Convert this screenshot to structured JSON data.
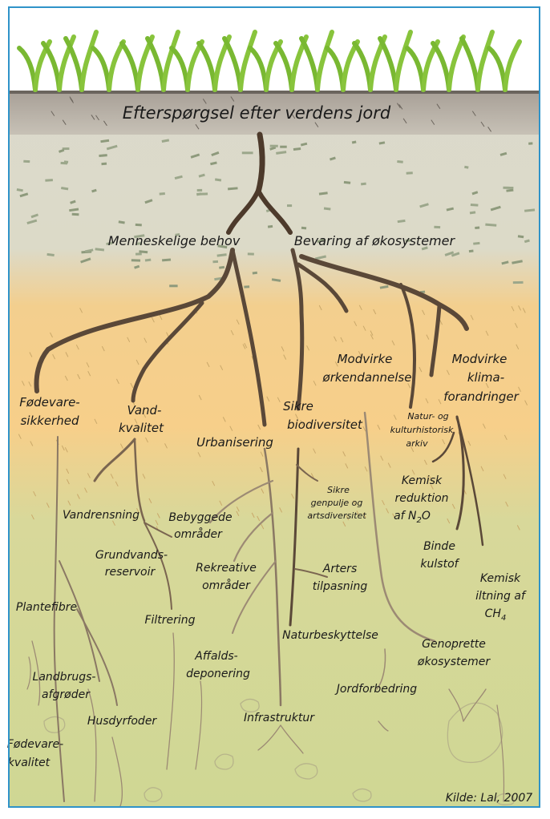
{
  "title": "Efterspørgsel efter verdens jord",
  "source": "Kilde: Lal, 2007",
  "level1": {
    "left": "Menneskelige behov",
    "right": "Bevaring af økosystemer"
  },
  "labels": {
    "fodevaresikkerhed": [
      "Fødevare-",
      "sikkerhed"
    ],
    "vandkvalitet": [
      "Vand-",
      "kvalitet"
    ],
    "urbanisering": "Urbanisering",
    "sikre_biodiversitet": [
      "Sikre",
      "biodiversitet"
    ],
    "modvirke_orken": [
      "Modvirke",
      "ørkendannelse"
    ],
    "modvirke_klima": [
      "Modvirke",
      "klima-",
      "forandringer"
    ],
    "natur_kultur": [
      "Natur- og",
      "kulturhistorisk",
      "arkiv"
    ],
    "vandrensning": "Vandrensning",
    "grundvand": [
      "Grundvands-",
      "reservoir"
    ],
    "bebyggede": [
      "Bebyggede",
      "områder"
    ],
    "rekreative": [
      "Rekreative",
      "områder"
    ],
    "filtrering": "Filtrering",
    "affald": [
      "Affalds-",
      "deponering"
    ],
    "infrastruktur": "Infrastruktur",
    "sikre_genpulje": [
      "Sikre",
      "genpulje og",
      "artsdiversitet"
    ],
    "arters": [
      "Arters",
      "tilpasning"
    ],
    "naturbeskyttelse": "Naturbeskyttelse",
    "kemisk_reduktion": [
      "Kemisk",
      "reduktion",
      "af N",
      "2",
      "O"
    ],
    "binde_kulstof": [
      "Binde",
      "kulstof"
    ],
    "kemisk_iltning": [
      "Kemisk",
      "iltning af",
      "CH",
      "4"
    ],
    "genoprette": [
      "Genoprette",
      "økosystemer"
    ],
    "jordforbedring": "Jordforbedring",
    "plantefibre": "Plantefibre",
    "landbrug": [
      "Landbrugs-",
      "afgrøder"
    ],
    "husdyrfoder": "Husdyrfoder",
    "fodevarekvalitet": [
      "Fødevare-",
      "kvalitet"
    ]
  },
  "colors": {
    "sky": "#ffffff",
    "grass": "#74b62e",
    "soil_top": "#b3aba1",
    "soil_mid": "#dcdcc8",
    "soil_orange": "#f6cf8a",
    "soil_green": "#d3d898",
    "root_dark": "#5a4838",
    "root_light": "#9c8a74",
    "frame": "#2f93c9"
  }
}
